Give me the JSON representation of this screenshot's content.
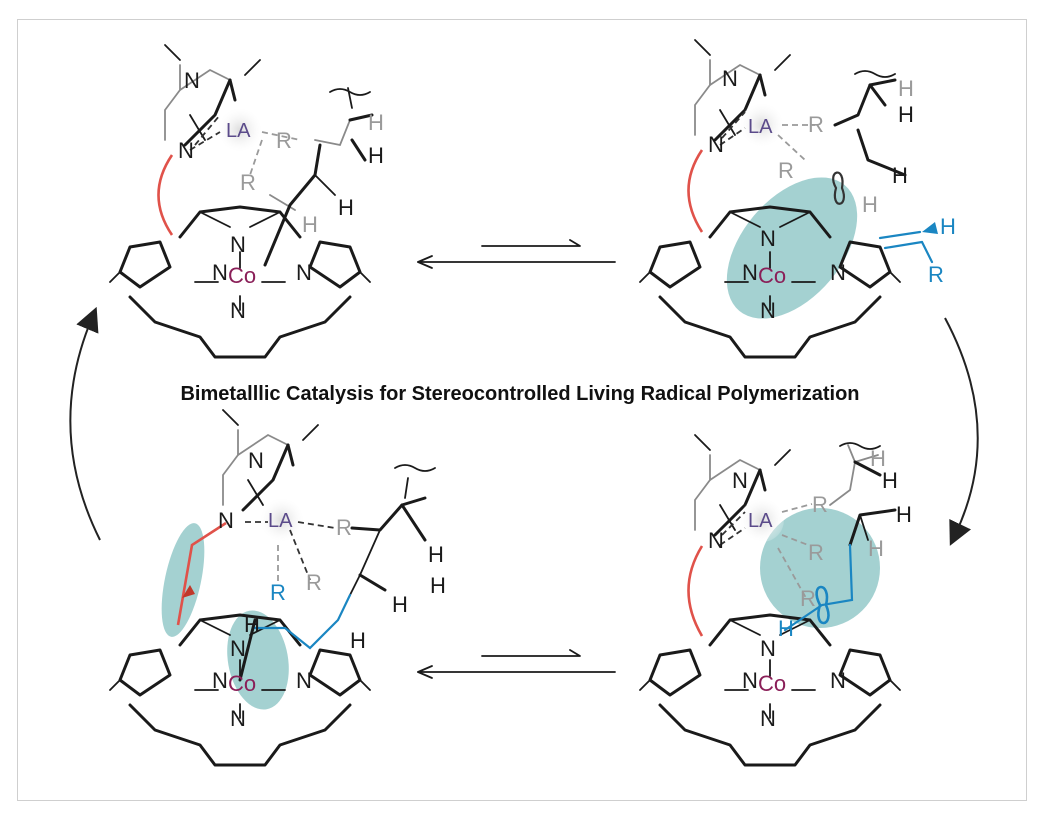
{
  "title": "Bimetalllic Catalysis for Stereocontrolled Living Radical Polymerization",
  "labels": {
    "nitrogen": "N",
    "cobalt": "Co",
    "lewis_acid": "LA",
    "hydrogen": "H",
    "substituent": "R"
  },
  "colors": {
    "teal_highlight": "#4aa3a3",
    "monomer_blue": "#1a86c2",
    "linker_red": "#e0524a",
    "cobalt_purple": "#8a1f58",
    "lewis_acid_purple": "#5b4b8a"
  }
}
